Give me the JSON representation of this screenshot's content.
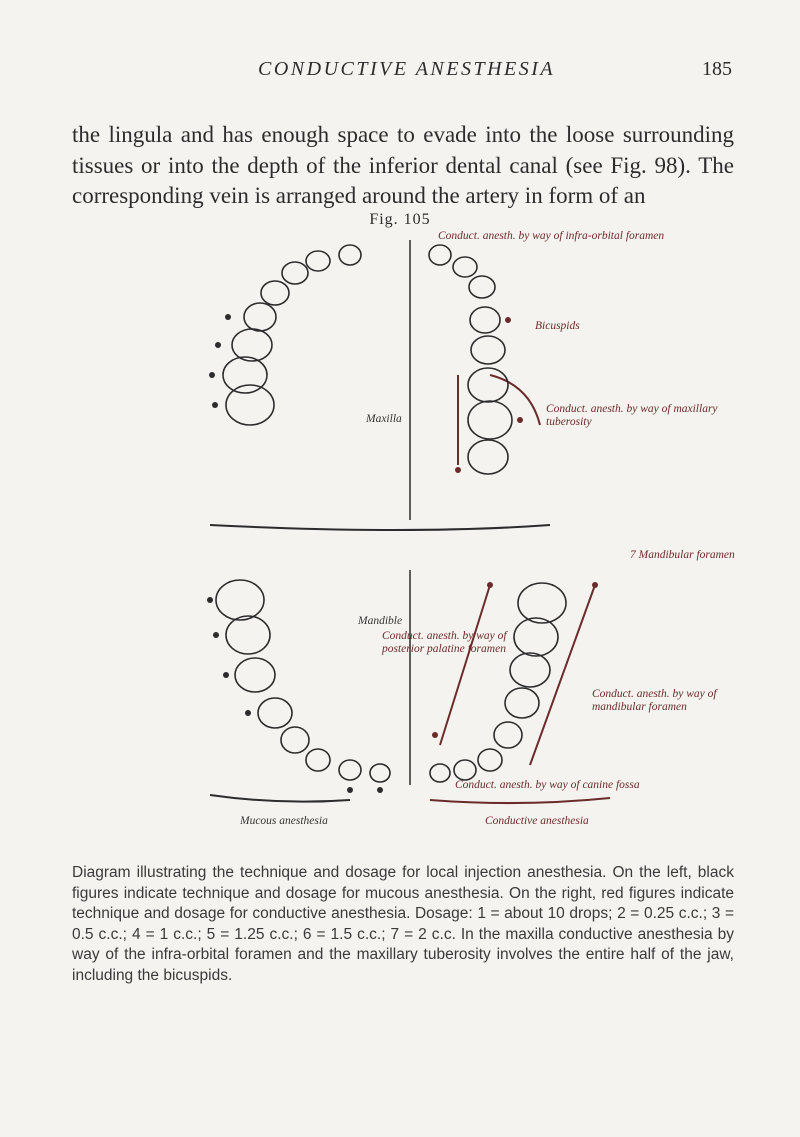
{
  "page": {
    "running_title": "CONDUCTIVE ANESTHESIA",
    "page_number": "185"
  },
  "body_text": "the lingula and has enough space to evade into the loose surrounding tissues or into the depth of the inferior dental canal (see Fig. 98). The corresponding vein is arranged around the artery in form of an",
  "figure": {
    "label": "Fig. 105",
    "labels": {
      "infraorbital": "Conduct. anesth. by way of infra-orbital foramen",
      "bicuspids": "Bicuspids",
      "maxillary": "Conduct. anesth. by way of maxillary tuberosity",
      "maxilla": "Maxilla",
      "mandibular_foramen": "7 Mandibular foramen",
      "mandible": "Mandible",
      "palatine": "Conduct. anesth. by way of posterior palatine foramen",
      "mandibular": "Conduct. anesth. by way of mandibular foramen",
      "canine": "Conduct. anesth. by way of canine fossa",
      "mucous": "Mucous anesthesia",
      "conductive": "Conductive anesthesia"
    },
    "colors": {
      "ink": "#2c2c2c",
      "red_ink": "#6b2b2b"
    }
  },
  "caption": "Diagram illustrating the technique and dosage for local injection anesthesia. On the left, black figures indicate technique and dosage for mucous anesthesia. On the right, red figures indicate technique and dosage for conductive anesthesia. Dosage: 1 = about 10 drops; 2 = 0.25 c.c.; 3 = 0.5 c.c.; 4 = 1 c.c.; 5 = 1.25 c.c.; 6 = 1.5 c.c.; 7 = 2 c.c. In the maxilla conductive anesthesia by way of the infra-orbital foramen and the maxillary tuberosity involves the entire half of the jaw, including the bicuspids."
}
